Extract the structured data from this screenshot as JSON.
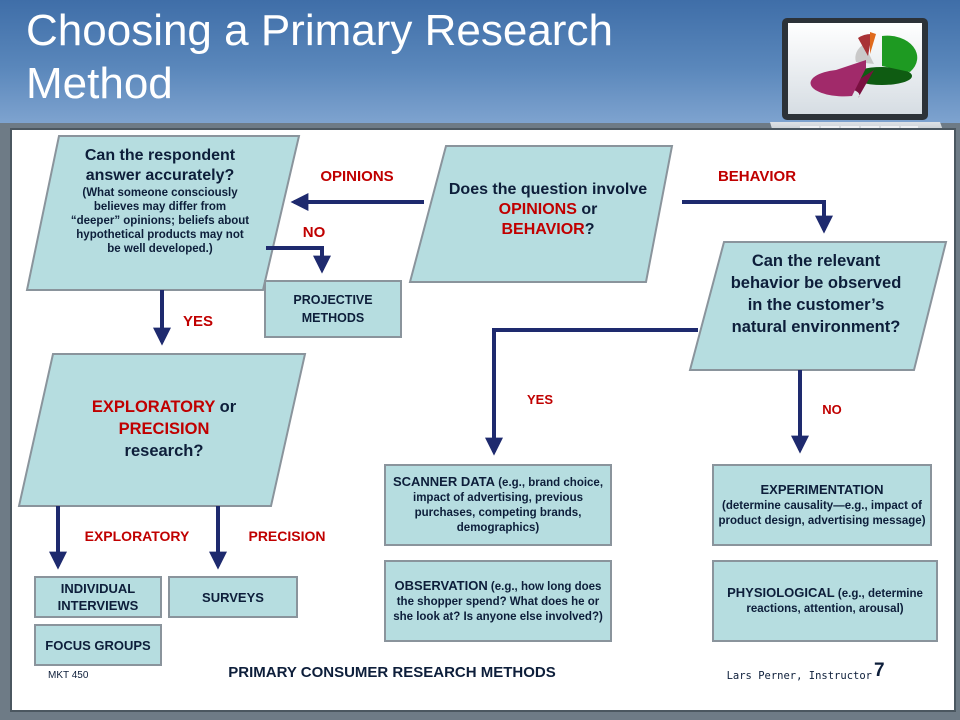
{
  "slide": {
    "title": "Choosing a Primary Research Method",
    "footer_left": "MKT 450",
    "footer_center": "PRIMARY CONSUMER RESEARCH METHODS",
    "footer_instructor": "Lars Perner, Instructor",
    "page_number": "7"
  },
  "colors": {
    "header_blue": "#4a78b0",
    "box_fill": "#b6dde0",
    "arrow_navy": "#1e2a6e",
    "label_red": "#c00000"
  },
  "icons": [
    "laptop-pie-chart-icon"
  ],
  "nodes": {
    "q_opinions_behavior": {
      "before": "Does the question involve ",
      "em1": "OPINIONS",
      "mid": " or",
      "em2": "BEHAVIOR",
      "after": "?"
    },
    "q_accurate": {
      "main": "Can the respondent answer accurately?",
      "note": "(What someone consciously believes may differ from “deeper” opinions; beliefs about hypothetical products may not be well developed.)"
    },
    "q_observed": {
      "main": "Can the relevant behavior be observed in the customer’s natural environment?"
    },
    "q_exploratory": {
      "em1": "EXPLORATORY",
      "mid": " or",
      "em2": "PRECISION",
      "after": "research?"
    },
    "projective": {
      "label": "PROJECTIVE METHODS"
    },
    "scanner": {
      "head": "SCANNER DATA",
      "detail": " (e.g., brand choice, impact of advertising, previous purchases, competing brands, demographics)"
    },
    "observation": {
      "head": "OBSERVATION",
      "detail": " (e.g., how long does the shopper spend? What does he or she look at? Is anyone else involved?)"
    },
    "experimentation": {
      "head": "EXPERIMENTATION",
      "detail": "(determine causality—e.g., impact of product design, advertising message)"
    },
    "physiological": {
      "head": "PHYSIOLOGICAL",
      "detail": " (e.g., determine reactions, attention, arousal)"
    },
    "interviews": {
      "label": "INDIVIDUAL INTERVIEWS"
    },
    "surveys": {
      "label": "SURVEYS"
    },
    "focus": {
      "label": "FOCUS GROUPS"
    }
  },
  "edge_labels": {
    "opinions": "OPINIONS",
    "behavior": "BEHAVIOR",
    "no_projective": "NO",
    "yes_accurate": "YES",
    "yes_observe": "YES",
    "no_observe": "NO",
    "exploratory": "EXPLORATORY",
    "precision": "PRECISION"
  }
}
